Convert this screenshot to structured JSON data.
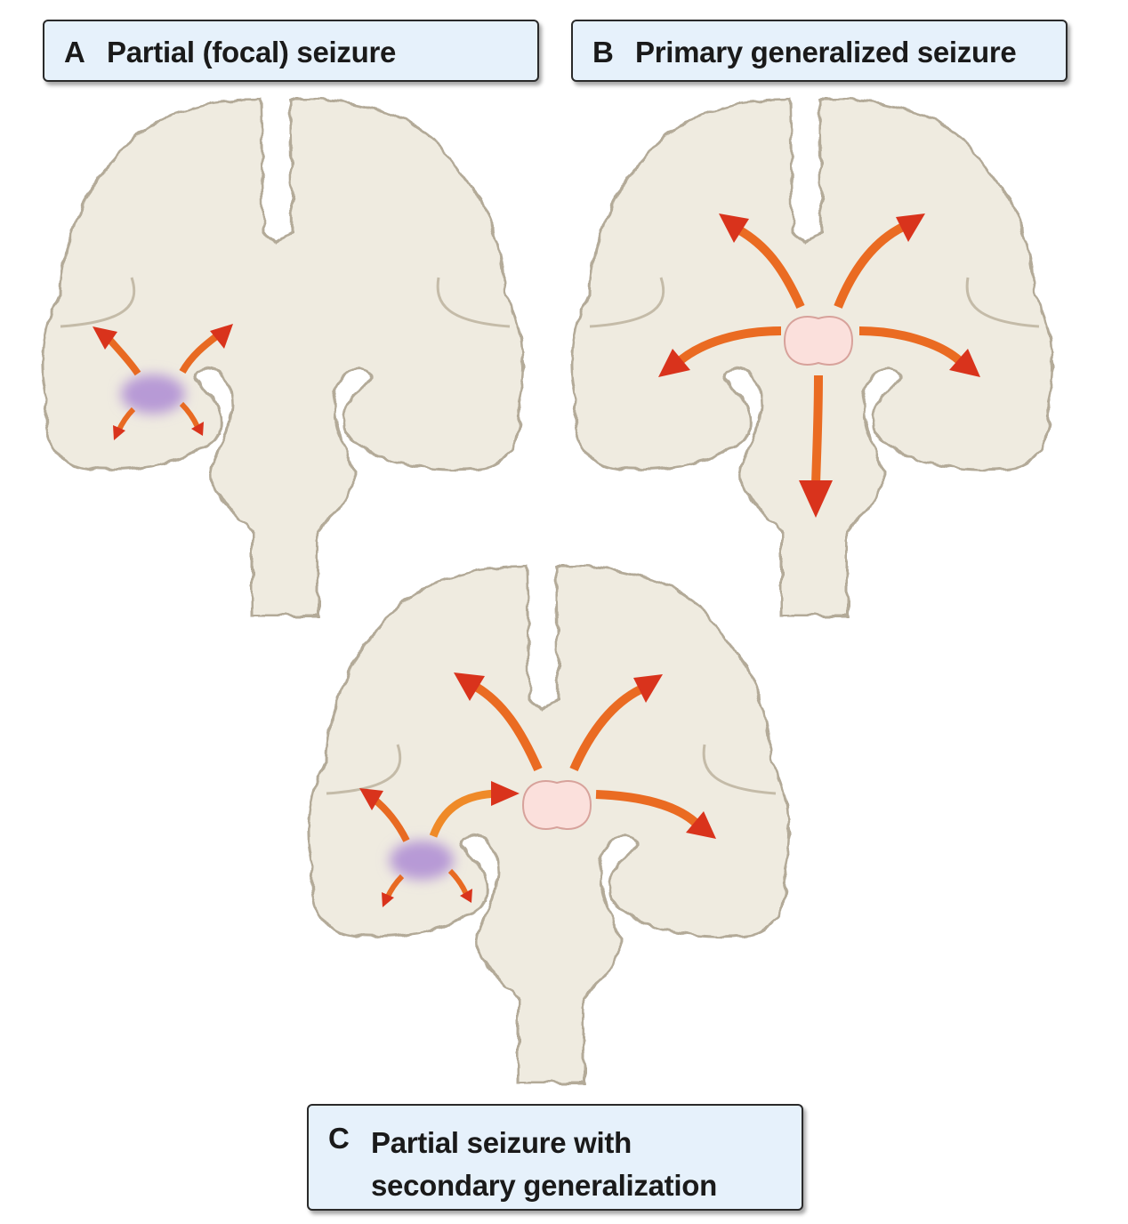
{
  "panels": {
    "a": {
      "letter": "A",
      "title": "Partial (focal) seizure"
    },
    "b": {
      "letter": "B",
      "title": "Primary generalized seizure"
    },
    "c": {
      "letter": "C",
      "title_line1": "Partial seizure with",
      "title_line2": "secondary generalization"
    }
  },
  "colors": {
    "brain_fill": "#efebe0",
    "brain_outline": "#b3aa98",
    "focus": "#b79ad6",
    "thalamic_center": "#fbe0dc",
    "thalamic_outline": "#d7a29b",
    "arrow_start": "#ffd93a",
    "arrow_end": "#d9331c",
    "label_background": "#e6f1fb"
  }
}
